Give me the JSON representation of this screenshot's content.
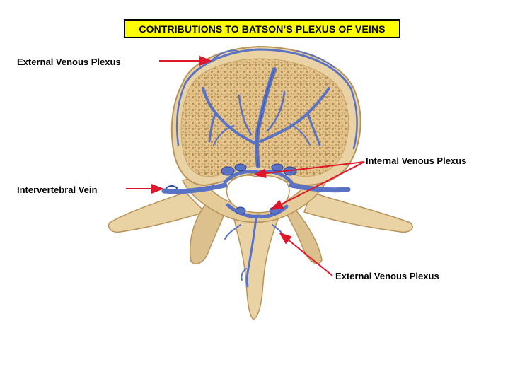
{
  "title": "CONTRIBUTIONS TO BATSON’S PLEXUS OF VEINS",
  "labels": {
    "external_venous_plexus_top": "External Venous Plexus",
    "intervertebral_vein": "Intervertebral Vein",
    "internal_venous_plexus": "Internal Venous Plexus",
    "external_venous_plexus_bottom": "External Venous Plexus"
  },
  "colors": {
    "title_background": "#ffff00",
    "bone": "#e9d3a4",
    "bone_dark": "#c9a76d",
    "cancellous": "#d9b97a",
    "vein": "#5a72c4",
    "vein_dark": "#2f4597",
    "arrow": "#e0162b"
  }
}
